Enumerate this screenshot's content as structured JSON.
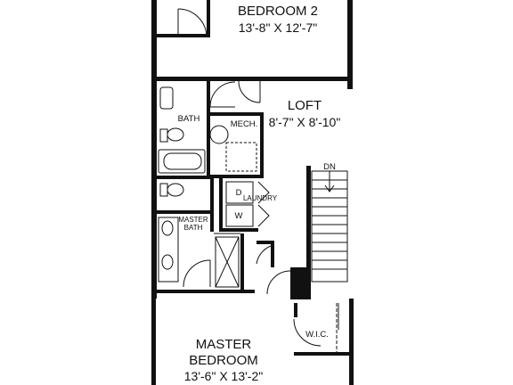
{
  "rooms": {
    "bedroom2": {
      "name": "BEDROOM 2",
      "dims": "13'-8\" X 12'-7\""
    },
    "loft": {
      "name": "LOFT",
      "dims": "8'-7\" X 8'-10\""
    },
    "bath": {
      "name": "BATH"
    },
    "mech": {
      "name": "MECH."
    },
    "laundry": {
      "name": "LAUNDRY",
      "dryer": "D",
      "washer": "W"
    },
    "master_bath": {
      "name_line1": "MASTER",
      "name_line2": "BATH"
    },
    "master_bedroom": {
      "name_line1": "MASTER",
      "name_line2": "BEDROOM",
      "dims": "13'-6\" X 13'-2\""
    },
    "wic": {
      "name": "W.I.C."
    }
  },
  "stairs": {
    "direction_label": "DN"
  },
  "colors": {
    "wall": "#111111",
    "background": "#ffffff"
  }
}
